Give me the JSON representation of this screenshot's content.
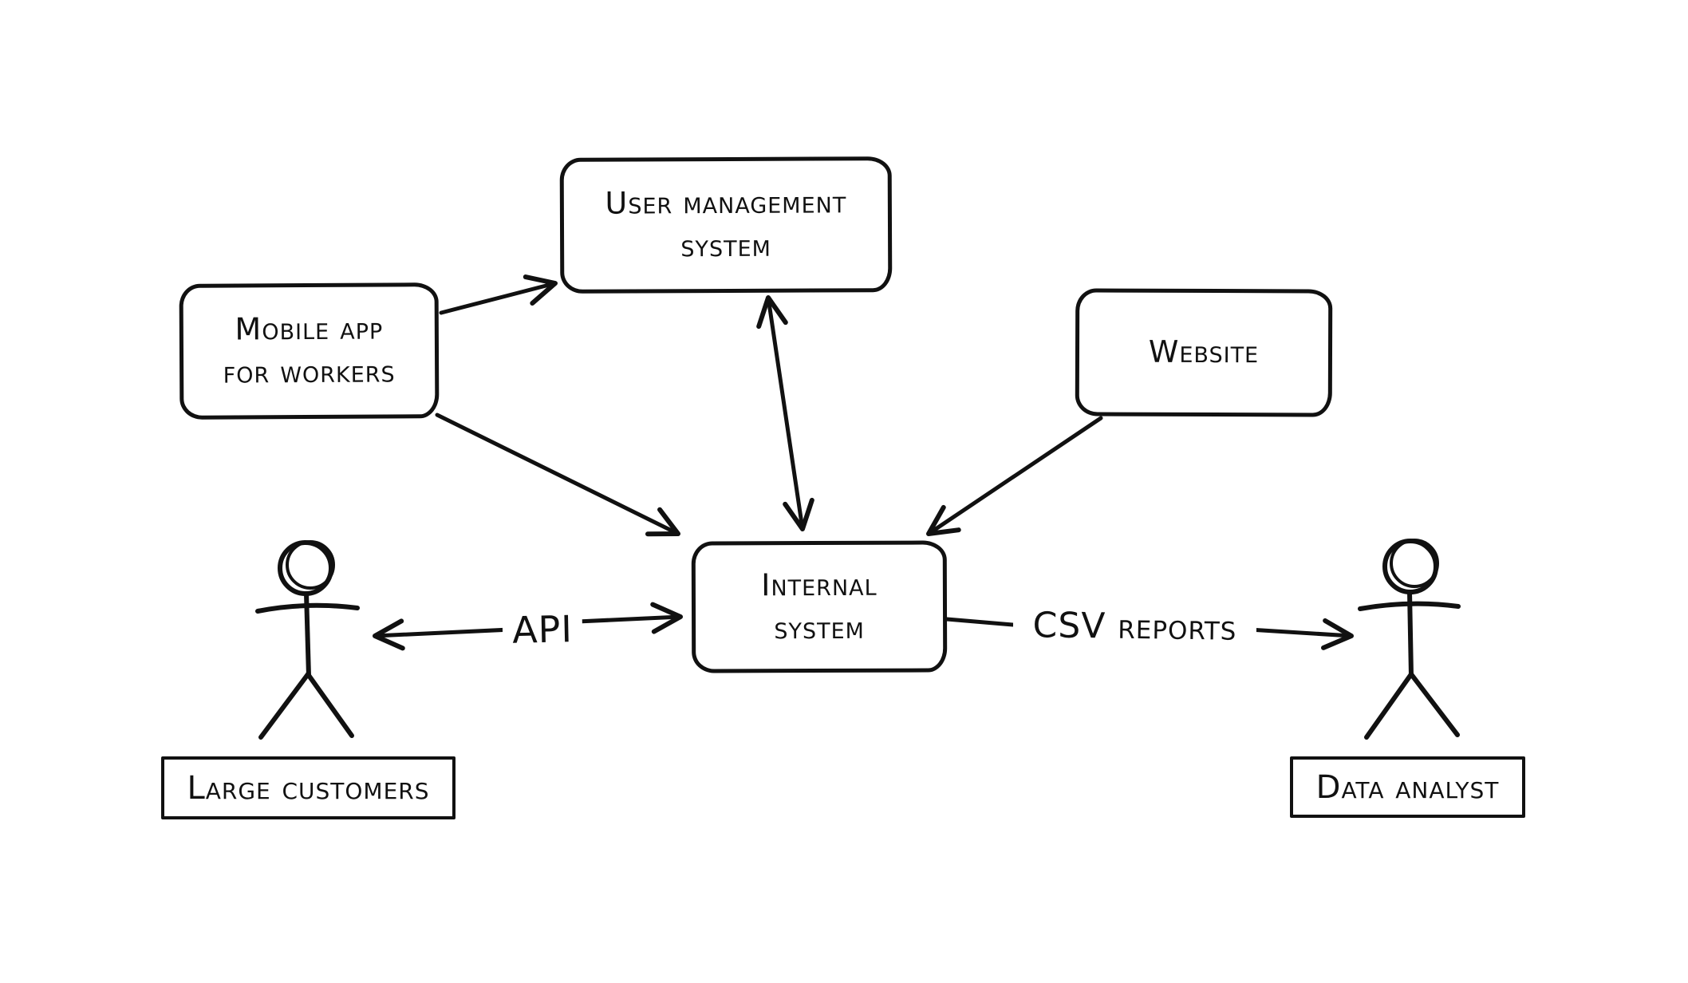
{
  "diagram": {
    "title": "",
    "colors": {
      "stroke": "#111111",
      "background": "#ffffff"
    },
    "nodes": {
      "user_management": {
        "lines": [
          "User management",
          "system"
        ]
      },
      "mobile_app": {
        "lines": [
          "Mobile app",
          "for workers"
        ]
      },
      "website": {
        "lines": [
          "Website"
        ]
      },
      "internal_system": {
        "lines": [
          "Internal",
          "system"
        ]
      }
    },
    "actors": {
      "large_customers": {
        "label": "Large customers"
      },
      "data_analyst": {
        "label": "Data analyst"
      }
    },
    "edges": [
      {
        "from": "mobile_app",
        "to": "user_management",
        "direction": "one-way"
      },
      {
        "from": "mobile_app",
        "to": "internal_system",
        "direction": "one-way"
      },
      {
        "from": "user_management",
        "to": "internal_system",
        "direction": "two-way"
      },
      {
        "from": "website",
        "to": "internal_system",
        "direction": "one-way"
      },
      {
        "from": "large_customers",
        "to": "internal_system",
        "direction": "two-way",
        "label": "API"
      },
      {
        "from": "internal_system",
        "to": "data_analyst",
        "direction": "one-way",
        "label": "CSV reports"
      }
    ]
  }
}
